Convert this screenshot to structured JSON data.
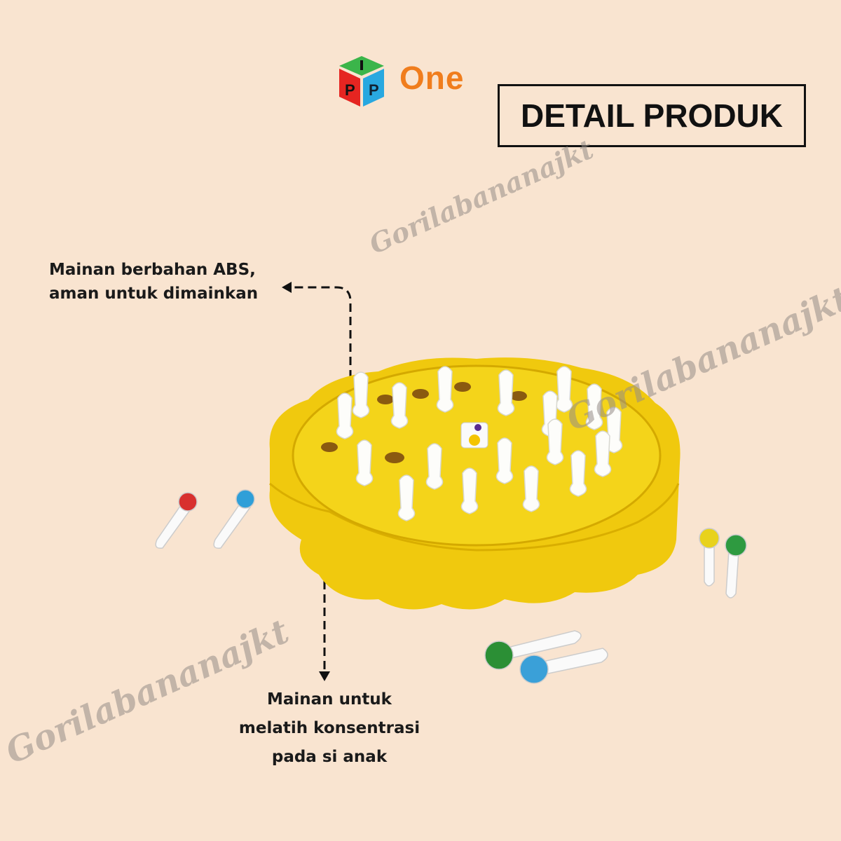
{
  "logo": {
    "letters": "IPP",
    "text": "One"
  },
  "header": {
    "title": "DETAIL PRODUK"
  },
  "annotations": {
    "material": {
      "line1": "Mainan berbahan ABS,",
      "line2": "aman untuk dimainkan"
    },
    "purpose": {
      "line1": "Mainan untuk",
      "line2": "melatih konsentrasi",
      "line3": "pada si anak"
    }
  },
  "watermark": "Gorilabananajkt",
  "colors": {
    "background": "#f9e4d0",
    "board": "#f2cf12",
    "logo_orange": "#f07d1d"
  }
}
